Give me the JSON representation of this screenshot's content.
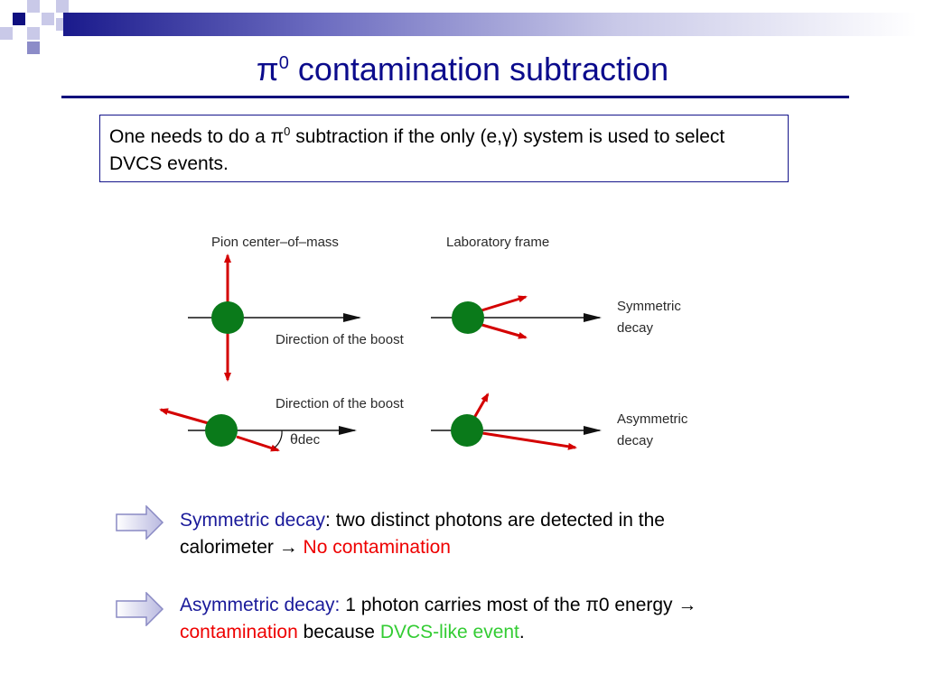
{
  "slide": {
    "title_main": "π",
    "title_sup": "0",
    "title_rest": " contamination subtraction"
  },
  "intro": {
    "part1": "One needs to do a π",
    "sup": "0",
    "part2": " subtraction if the only (e,γ) system is used to select DVCS events."
  },
  "diagram": {
    "label_pion_cm": "Pion center–of–mass",
    "label_lab_frame": "Laboratory frame",
    "label_boost_1": "Direction of the boost",
    "label_boost_2": "Direction of the boost",
    "label_symmetric_1": "Symmetric",
    "label_symmetric_2": "decay",
    "label_asymmetric_1": "Asymmetric",
    "label_asymmetric_2": "decay",
    "theta_symbol": "θ",
    "theta_sub": "dec",
    "colors": {
      "pion": "#0a7a1a",
      "photon": "#d40000",
      "axis": "#111111"
    }
  },
  "bullets": [
    {
      "lead": "Symmetric decay",
      "text1": ": two distinct photons are detected in the calorimeter  ",
      "arrow": "→",
      "emph": " No contamination"
    },
    {
      "lead": "Asymmetric decay:",
      "text1": " 1 photon carries most of the π0 energy ",
      "arrow": "→",
      "emph": " contamination",
      "text2": " because ",
      "green": "DVCS-like event",
      "end": "."
    }
  ]
}
